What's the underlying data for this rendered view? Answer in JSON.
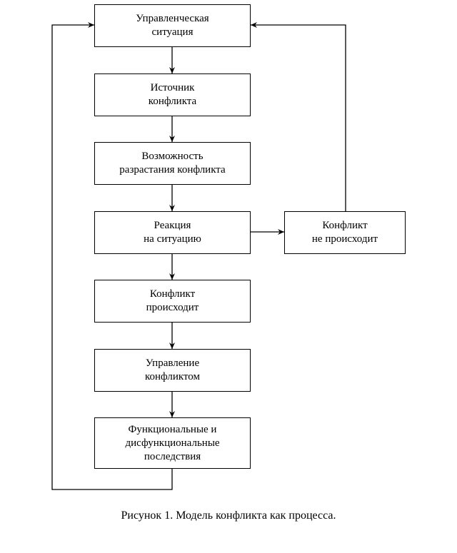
{
  "diagram": {
    "nodes": {
      "managerial_situation": "Управленческая\nситуация",
      "conflict_source": "Источник\nконфликта",
      "escalation_possibility": "Возможность\nразрастания конфликта",
      "reaction": "Реакция\nна ситуацию",
      "conflict_occurs": "Конфликт\nпроисходит",
      "conflict_management": "Управление\nконфликтом",
      "consequences": "Функциональные и\nдисфункциональные\nпоследствия",
      "conflict_not_occurs": "Конфликт\nне происходит"
    },
    "caption": "Рисунок 1. Модель конфликта как процесса."
  }
}
